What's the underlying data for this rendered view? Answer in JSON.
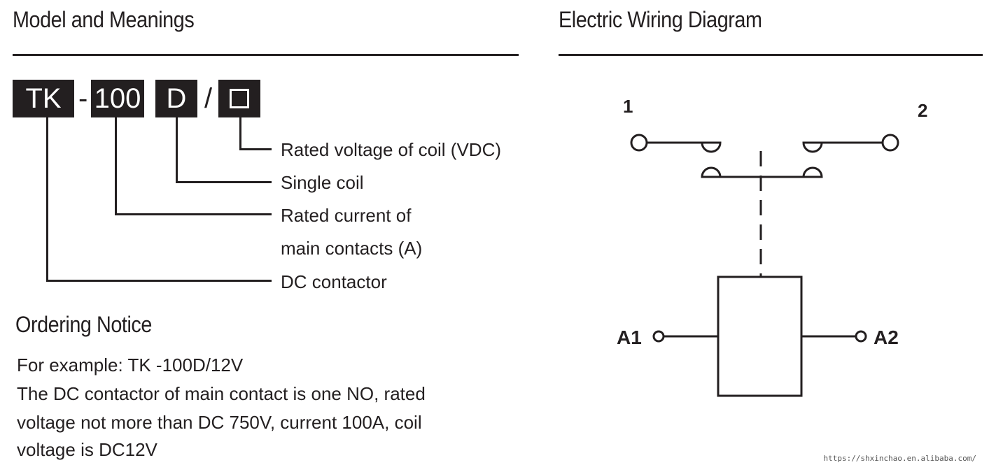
{
  "left": {
    "title": "Model and Meanings",
    "model_code": {
      "part1": "TK",
      "dash": "-",
      "part2": "100",
      "part3": "D",
      "slash": "/",
      "part4_placeholder": "empty-box"
    },
    "meanings": [
      "Rated voltage of coil (VDC)",
      "Single coil",
      "Rated current of",
      "main contacts (A)",
      "DC contactor"
    ],
    "ordering": {
      "title": "Ordering Notice",
      "lines": [
        "For example: TK -100D/12V",
        "The DC contactor of main contact is one NO, rated",
        "voltage not more than DC 750V, current 100A, coil",
        "voltage is DC12V"
      ]
    }
  },
  "right": {
    "title": "Electric Wiring Diagram",
    "terminals": {
      "t1": "1",
      "t2": "2",
      "a1": "A1",
      "a2": "A2"
    }
  },
  "watermark": "https://shxinchao.en.alibaba.com/"
}
